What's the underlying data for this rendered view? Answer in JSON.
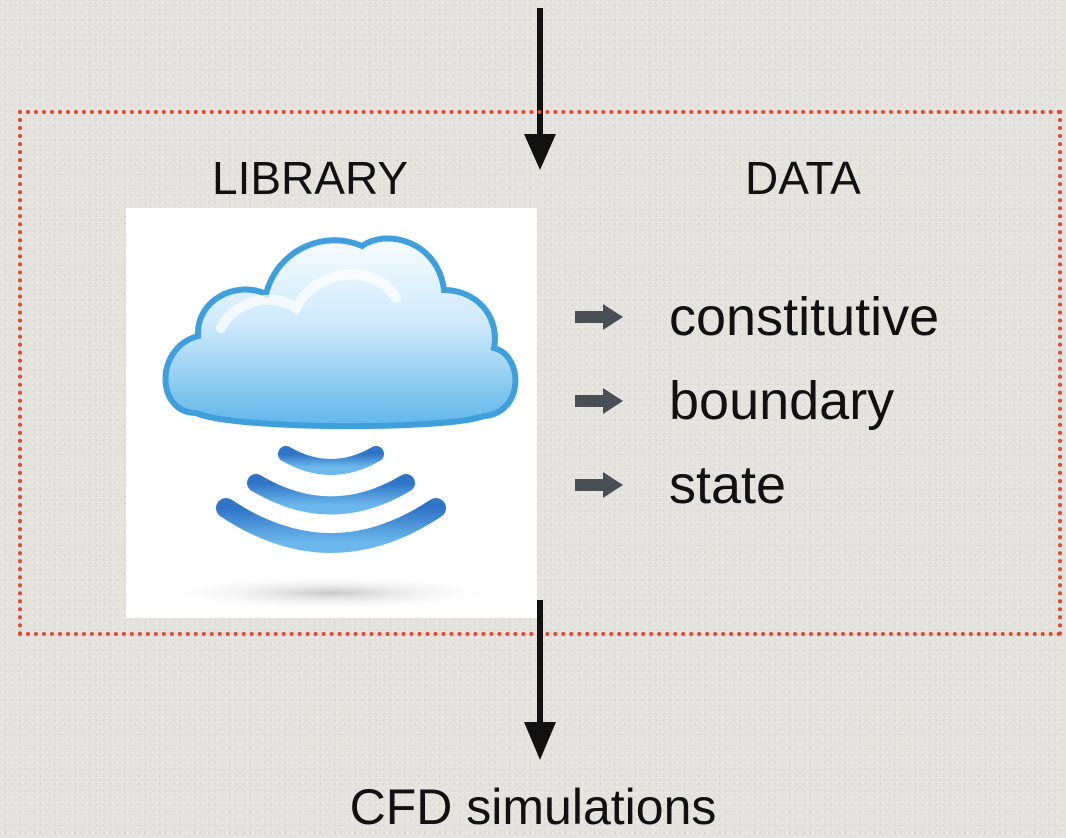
{
  "library": {
    "heading": "LIBRARY",
    "icon": "cloud-signal-icon"
  },
  "data_panel": {
    "heading": "DATA",
    "bullet_icon": "right-arrow-icon",
    "items": [
      {
        "label": "constitutive"
      },
      {
        "label": "boundary"
      },
      {
        "label": "state"
      }
    ]
  },
  "output": {
    "label": "CFD simulations"
  },
  "colors": {
    "frame": "#e8452f",
    "background": "#e4e2dd",
    "bullet": "#4a4e55"
  }
}
